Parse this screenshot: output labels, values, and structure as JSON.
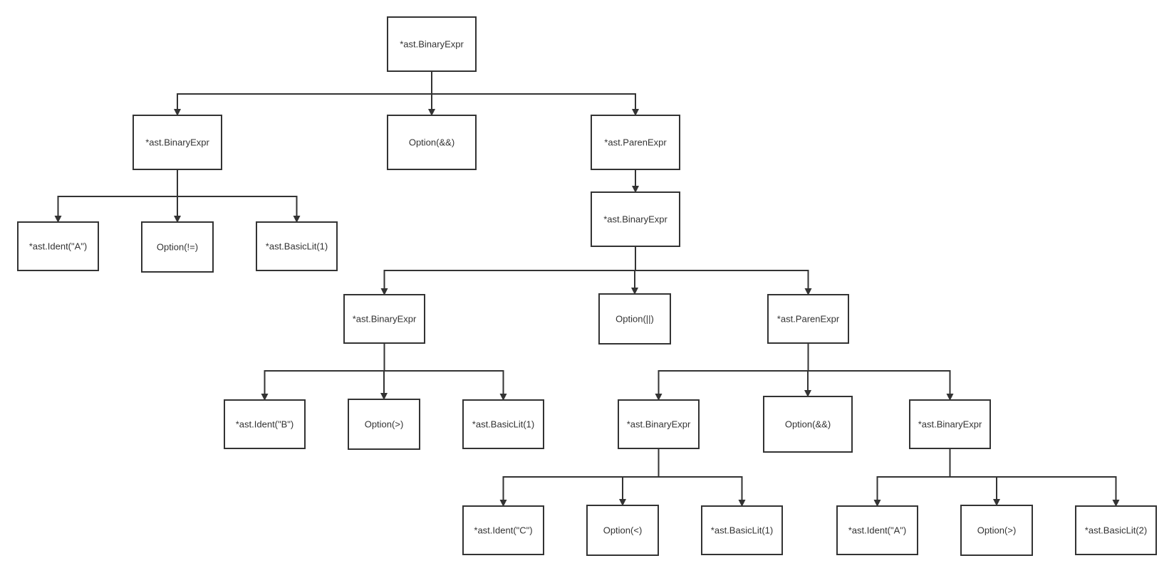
{
  "diagram": {
    "nodes": [
      {
        "id": "n1",
        "label": "*ast.BinaryExpr"
      },
      {
        "id": "n2",
        "label": "*ast.BinaryExpr"
      },
      {
        "id": "n3",
        "label": "Option(&&)"
      },
      {
        "id": "n4",
        "label": "*ast.ParenExpr"
      },
      {
        "id": "n5",
        "label": "*ast.Ident(\"A\")"
      },
      {
        "id": "n6",
        "label": "Option(!=)"
      },
      {
        "id": "n7",
        "label": "*ast.BasicLit(1)"
      },
      {
        "id": "n8",
        "label": "*ast.BinaryExpr"
      },
      {
        "id": "n9",
        "label": "*ast.BinaryExpr"
      },
      {
        "id": "n10",
        "label": "Option(||)"
      },
      {
        "id": "n11",
        "label": "*ast.ParenExpr"
      },
      {
        "id": "n12",
        "label": "*ast.Ident(\"B\")"
      },
      {
        "id": "n13",
        "label": "Option(>)"
      },
      {
        "id": "n14",
        "label": "*ast.BasicLit(1)"
      },
      {
        "id": "n15",
        "label": "*ast.BinaryExpr"
      },
      {
        "id": "n16",
        "label": "Option(&&)"
      },
      {
        "id": "n17",
        "label": "*ast.BinaryExpr"
      },
      {
        "id": "n18",
        "label": "*ast.Ident(\"C\")"
      },
      {
        "id": "n19",
        "label": "Option(<)"
      },
      {
        "id": "n20",
        "label": "*ast.BasicLit(1)"
      },
      {
        "id": "n21",
        "label": "*ast.Ident(\"A\")"
      },
      {
        "id": "n22",
        "label": "Option(>)"
      },
      {
        "id": "n23",
        "label": "*ast.BasicLit(2)"
      }
    ],
    "edges": [
      {
        "from": "n1",
        "to": "n2"
      },
      {
        "from": "n1",
        "to": "n3"
      },
      {
        "from": "n1",
        "to": "n4"
      },
      {
        "from": "n2",
        "to": "n5"
      },
      {
        "from": "n2",
        "to": "n6"
      },
      {
        "from": "n2",
        "to": "n7"
      },
      {
        "from": "n4",
        "to": "n8"
      },
      {
        "from": "n8",
        "to": "n9"
      },
      {
        "from": "n8",
        "to": "n10"
      },
      {
        "from": "n8",
        "to": "n11"
      },
      {
        "from": "n9",
        "to": "n12"
      },
      {
        "from": "n9",
        "to": "n13"
      },
      {
        "from": "n9",
        "to": "n14"
      },
      {
        "from": "n11",
        "to": "n15"
      },
      {
        "from": "n11",
        "to": "n16"
      },
      {
        "from": "n11",
        "to": "n17"
      },
      {
        "from": "n15",
        "to": "n18"
      },
      {
        "from": "n15",
        "to": "n19"
      },
      {
        "from": "n15",
        "to": "n20"
      },
      {
        "from": "n17",
        "to": "n21"
      },
      {
        "from": "n17",
        "to": "n22"
      },
      {
        "from": "n17",
        "to": "n23"
      }
    ]
  }
}
